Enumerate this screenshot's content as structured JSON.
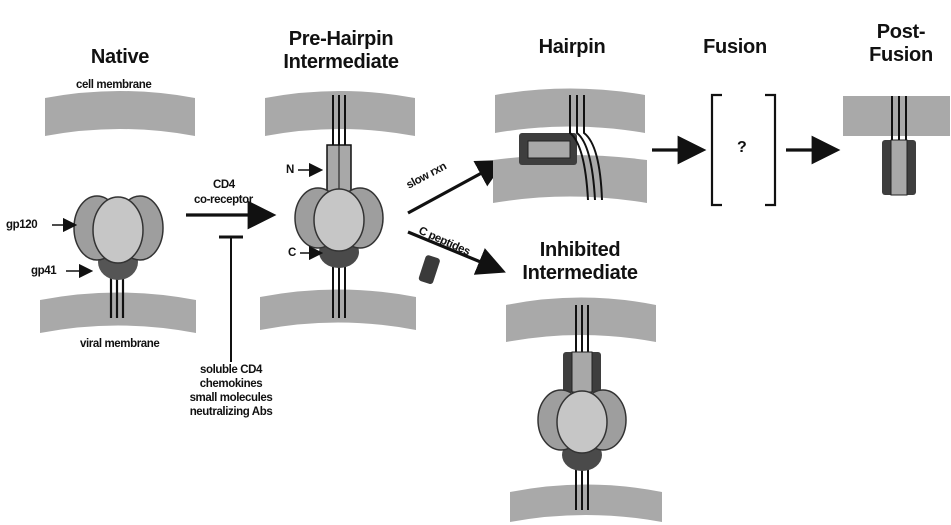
{
  "stages": {
    "native": {
      "title": "Native",
      "cell_membrane": "cell membrane",
      "viral_membrane": "viral membrane"
    },
    "pre_hairpin": {
      "title_line1": "Pre-Hairpin",
      "title_line2": "Intermediate"
    },
    "hairpin": {
      "title": "Hairpin"
    },
    "fusion": {
      "title": "Fusion",
      "unknown": "?"
    },
    "post_fusion": {
      "title_line1": "Post-",
      "title_line2": "Fusion"
    },
    "inhibited": {
      "title_line1": "Inhibited",
      "title_line2": "Intermediate"
    }
  },
  "labels": {
    "gp120": "gp120",
    "gp41": "gp41",
    "n_terminal": "N",
    "c_terminal": "C"
  },
  "arrows": {
    "cd4_line1": "CD4",
    "cd4_line2": "co-receptor",
    "slow_rxn": "slow rxn",
    "c_peptides": "C peptides"
  },
  "inhibitors": [
    "soluble CD4",
    "chemokines",
    "small molecules",
    "neutralizing Abs"
  ],
  "colors": {
    "membrane": "#a9a9a9",
    "gp120": "#c6c6c6",
    "helix": "#7a7a7a",
    "dark": "#3a3a3a"
  }
}
